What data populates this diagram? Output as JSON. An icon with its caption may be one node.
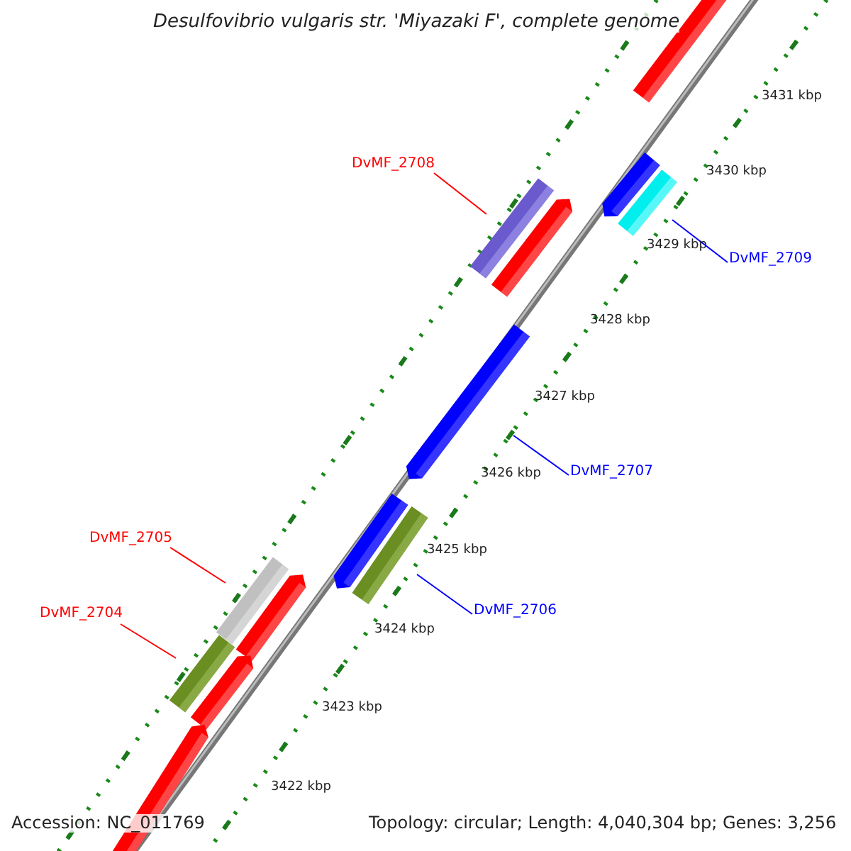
{
  "diagram": {
    "title": "Desulfovibrio vulgaris str. 'Miyazaki F', complete genome",
    "nodes": [
      {
        "text": [
          "DvMF_2708"
        ]
      },
      {
        "text": [],
        "shape": "bar"
      },
      {
        "text": [
          "DvMF_2709"
        ]
      },
      {
        "text": [],
        "shape": "bar"
      },
      {
        "text": [
          "DvMF_2707"
        ]
      },
      {
        "text": [],
        "shape": "bar"
      },
      {
        "text": [
          "DvMF_2705"
        ]
      },
      {
        "text": [],
        "shape": "bar"
      },
      {
        "text": [
          "DvMF_2704"
        ]
      },
      {
        "text": [],
        "shape": "bar"
      },
      {
        "text": [
          "DvMF_2706"
        ]
      },
      {
        "text": [],
        "shape": "bar"
      }
    ],
    "edges": [
      {
        "from": 0,
        "to": 1,
        "arrow": "none",
        "color": "#ff0000"
      },
      {
        "from": 2,
        "to": 3,
        "arrow": "none",
        "color": "#0000ff"
      },
      {
        "from": 4,
        "to": 5,
        "arrow": "none",
        "color": "#0000ff"
      },
      {
        "from": 6,
        "to": 7,
        "arrow": "none",
        "color": "#ff0000"
      },
      {
        "from": 8,
        "to": 9,
        "arrow": "none",
        "color": "#ff0000"
      },
      {
        "from": 10,
        "to": 11,
        "arrow": "none",
        "color": "#0000ff"
      }
    ],
    "labels": [
      "3431 kbp",
      "3430 kbp",
      "3429 kbp",
      "3428 kbp",
      "3427 kbp",
      "3426 kbp",
      "3425 kbp",
      "3424 kbp",
      "3423 kbp",
      "3422 kbp",
      "Accession: NC_011769",
      "Topology: circular; Length: 4,040,304 bp; Genes: 3,256"
    ]
  }
}
